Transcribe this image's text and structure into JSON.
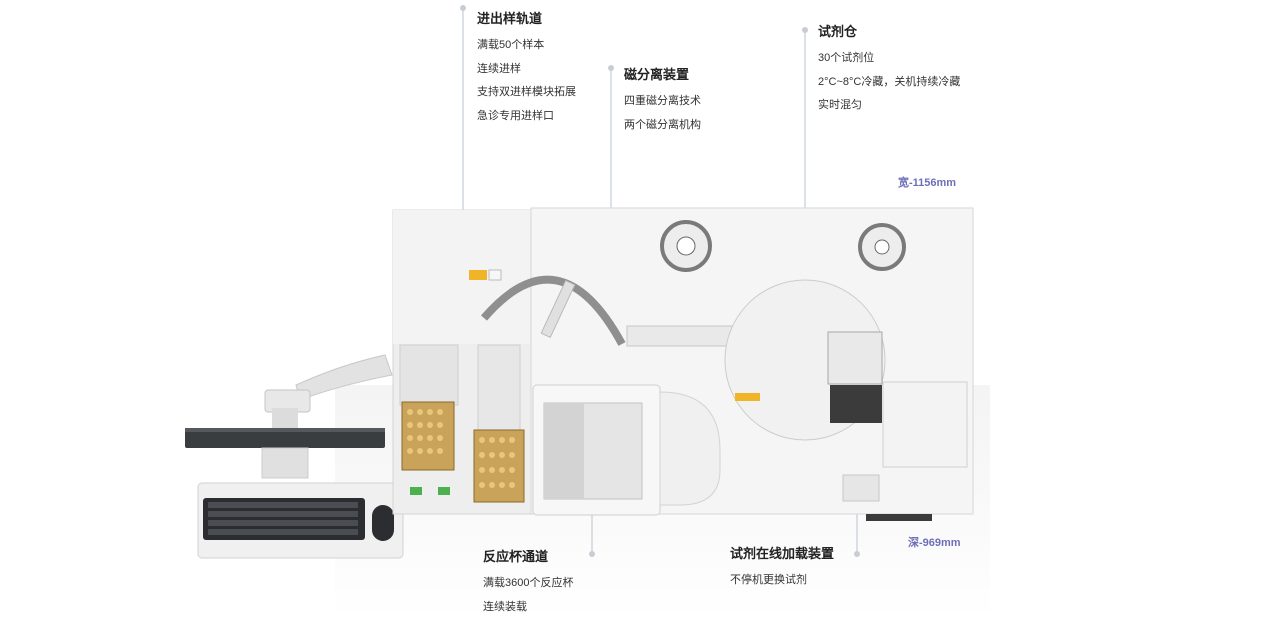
{
  "callouts": {
    "sample_track": {
      "title": "进出样轨道",
      "lines": [
        "满载50个样本",
        "连续进样",
        "支持双进样模块拓展",
        "急诊专用进样口"
      ]
    },
    "magnetic": {
      "title": "磁分离装置",
      "lines": [
        "四重磁分离技术",
        "两个磁分离机构"
      ]
    },
    "reagent": {
      "title": "试剂仓",
      "lines": [
        "30个试剂位",
        "2°C~8°C冷藏，关机持续冷藏",
        "实时混匀"
      ]
    },
    "cuvette": {
      "title": "反应杯通道",
      "lines": [
        "满载3600个反应杯",
        "连续装载"
      ]
    },
    "online_loading": {
      "title": "试剂在线加载装置",
      "lines": [
        "不停机更换试剂"
      ]
    }
  },
  "dimensions": {
    "width": "宽-1156mm",
    "depth": "深-969mm"
  },
  "colors": {
    "accent_dimension": "#6e6fb8",
    "sample_tube": "#d9a441",
    "warning": "#f0b429"
  }
}
